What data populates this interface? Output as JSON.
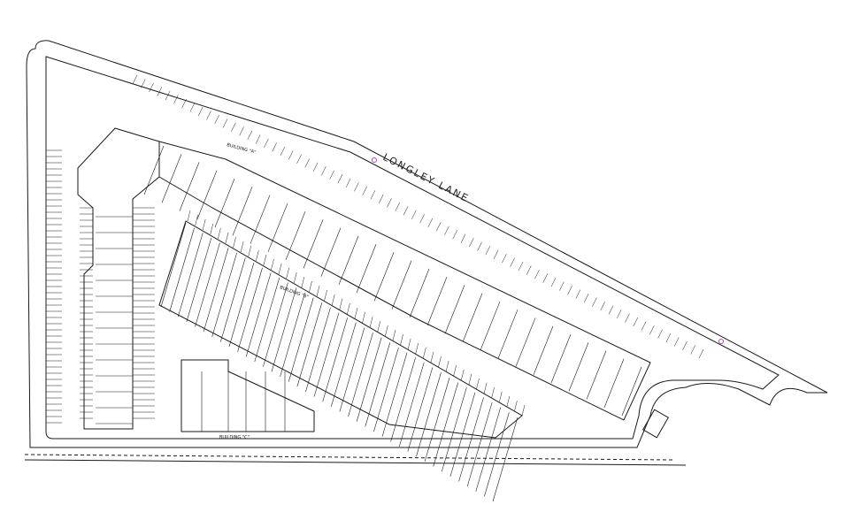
{
  "road": {
    "name": "LONGLEY LANE"
  },
  "buildings": {
    "a": {
      "label": "BUILDING \"A\""
    },
    "b": {
      "label": "BUILDING \"B\""
    },
    "c": {
      "label": "BUILDING \"C\""
    }
  },
  "colors": {
    "line": "#1a1a1a",
    "marker": "#c040c0"
  }
}
